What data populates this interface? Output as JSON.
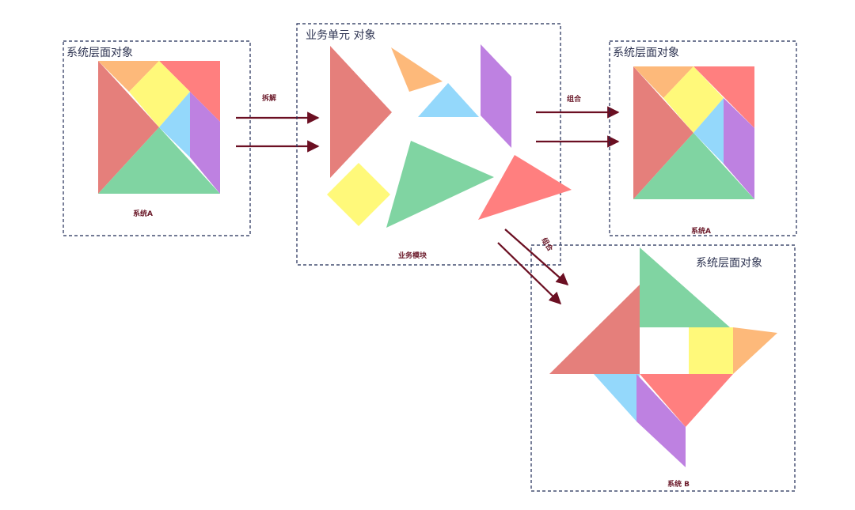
{
  "colors": {
    "red": "#e57f7b",
    "orange": "#fdb97a",
    "pink": "#ff7f7f",
    "yellow": "#fff97a",
    "blue": "#94d8fb",
    "purple": "#be81e1",
    "green": "#80d4a2",
    "arrow": "#6b0f22",
    "frame": "#1f2a55"
  },
  "boxes": {
    "system_a_left": {
      "title": "系统层面对象",
      "caption": "系统A"
    },
    "business_unit": {
      "title": "业务单元 对象",
      "caption": "业务模块"
    },
    "system_a_right": {
      "title": "系统层面对象",
      "caption": "系统A"
    },
    "system_b": {
      "title": "系统层面对象",
      "caption": "系统 B"
    }
  },
  "arrows": {
    "split_label": "拆解",
    "combine_label": "组合",
    "combine_label_b": "组合"
  },
  "pieces": [
    "large-triangle-red",
    "large-triangle-green",
    "medium-triangle-pink",
    "small-triangle-orange",
    "small-triangle-blue",
    "square-yellow",
    "parallelogram-purple"
  ]
}
